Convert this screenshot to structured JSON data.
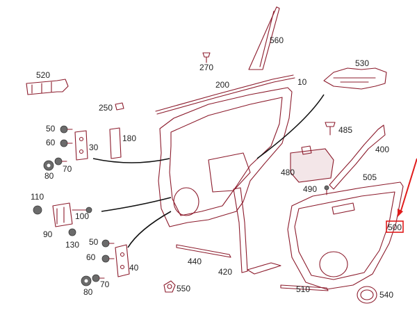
{
  "labels": {
    "p560": "560",
    "p270": "270",
    "p530": "530",
    "p520": "520",
    "p200": "200",
    "p10": "10",
    "p250": "250",
    "p50a": "50",
    "p60a": "60",
    "p30": "30",
    "p180": "180",
    "p70a": "70",
    "p80a": "80",
    "p485": "485",
    "p400": "400",
    "p480": "480",
    "p505": "505",
    "p490": "490",
    "p110": "110",
    "p90": "90",
    "p100": "100",
    "p130": "130",
    "p500": "500",
    "p50b": "50",
    "p60b": "60",
    "p40": "40",
    "p70b": "70",
    "p80b": "80",
    "p440": "440",
    "p420": "420",
    "p550": "550",
    "p510": "510",
    "p540": "540"
  },
  "highlight": {
    "part": "500",
    "color": "#e01b1b"
  },
  "colors": {
    "line_art": "#8b1a2b",
    "label_text": "#222222"
  }
}
